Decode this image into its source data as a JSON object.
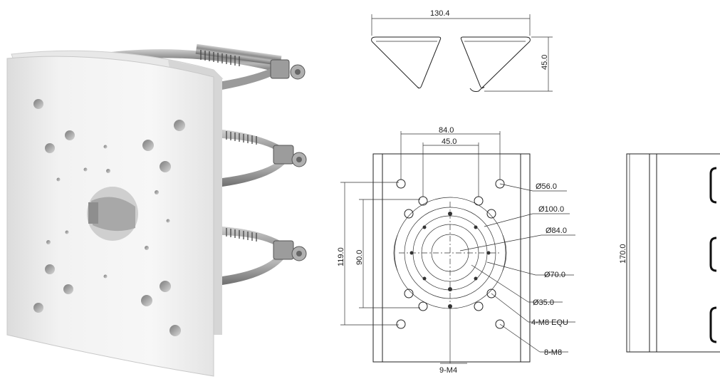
{
  "top_view": {
    "width": "130.4",
    "depth": "45.0"
  },
  "front_view": {
    "hole_spacing_outer": "84.0",
    "hole_spacing_inner": "45.0",
    "height_outer": "119.0",
    "height_inner": "90.0",
    "callouts": {
      "d56": "Ø56.0",
      "d100": "Ø100.0",
      "d84": "Ø84.0",
      "d70": "Ø70.0",
      "d35": "Ø35.0",
      "m8_equ": "4-M8 EQU",
      "m8": "8-M8",
      "m4": "9-M4"
    }
  },
  "side_view": {
    "height": "170.0"
  }
}
